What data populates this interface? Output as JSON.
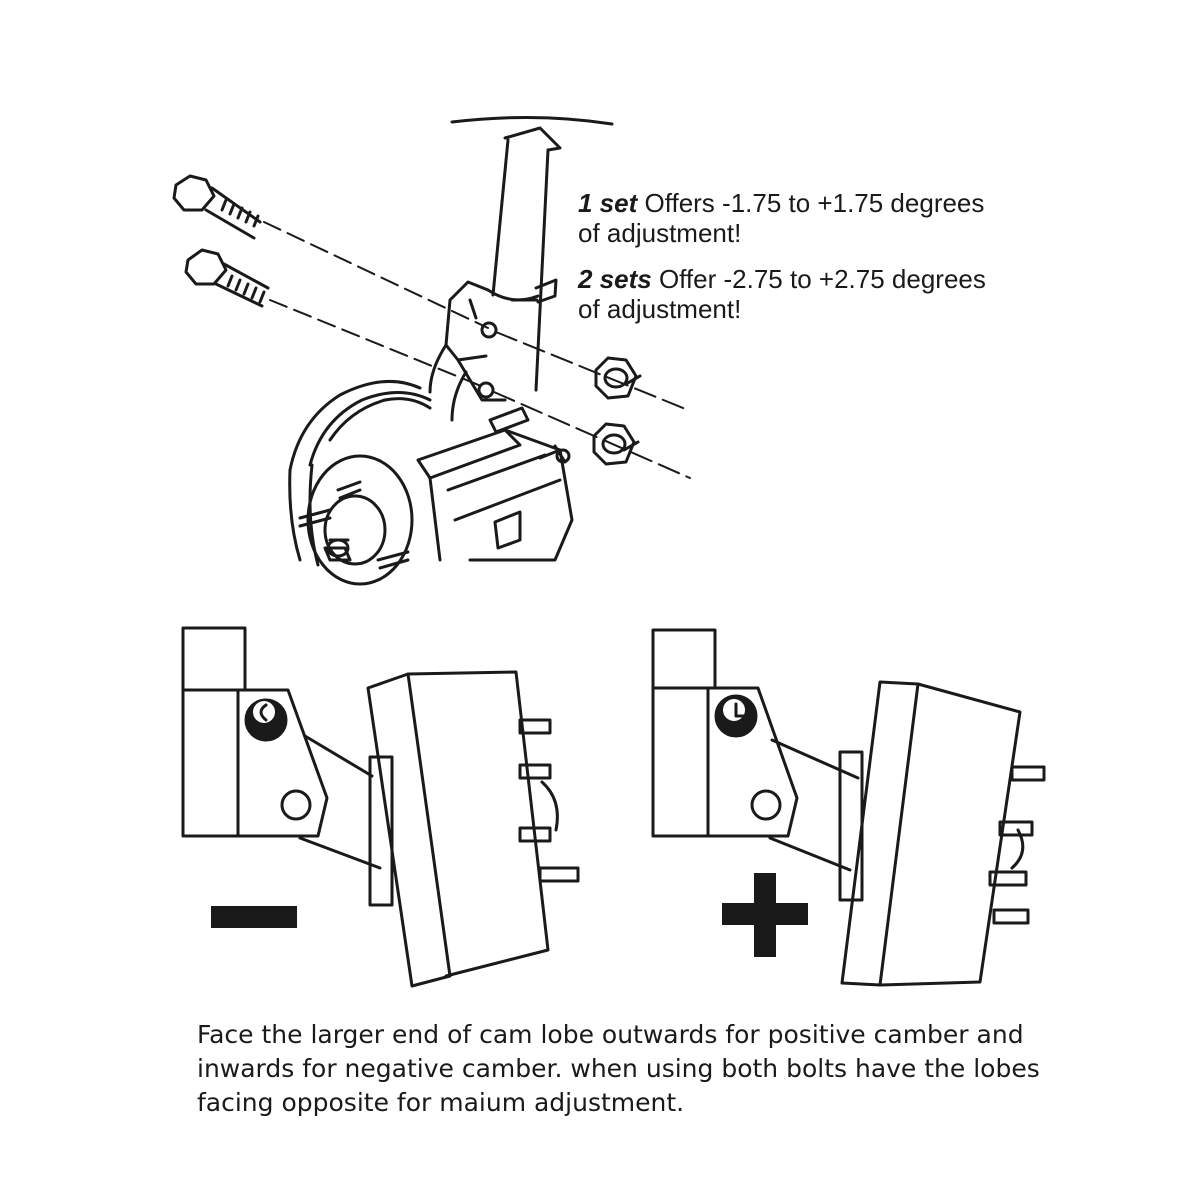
{
  "specs": [
    {
      "bold": "1 set",
      "line1": " Offers -1.75 to +1.75 degrees",
      "line2": "of adjustment!"
    },
    {
      "bold": "2 sets",
      "line1": " Offer -2.75 to +2.75 degrees",
      "line2": "of adjustment!"
    }
  ],
  "signs": {
    "negative": "minus-sign",
    "positive": "plus-sign"
  },
  "caption": {
    "line1": "Face the larger end of cam lobe outwards for positive camber and",
    "line2": "inwards for negative camber. when using both bolts have the lobes",
    "line3": "facing opposite for maium adjustment."
  },
  "colors": {
    "ink": "#1a1a1a",
    "background": "#ffffff"
  }
}
